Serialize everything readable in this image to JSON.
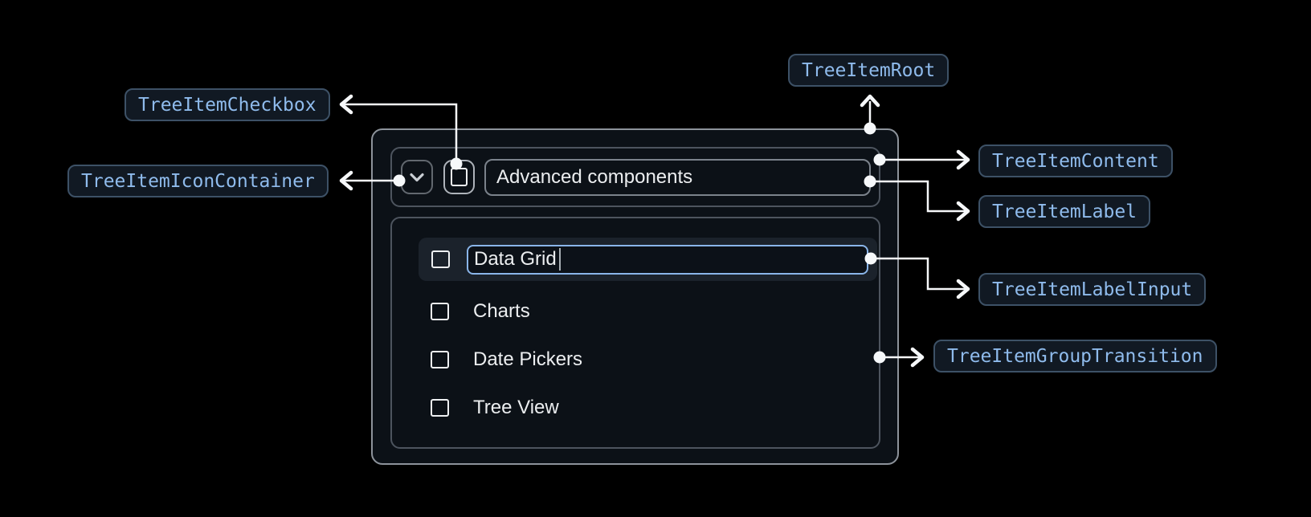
{
  "annotations": {
    "checkbox": "TreeItemCheckbox",
    "icon_container": "TreeItemIconContainer",
    "root": "TreeItemRoot",
    "content": "TreeItemContent",
    "label": "TreeItemLabel",
    "label_input": "TreeItemLabelInput",
    "group_transition": "TreeItemGroupTransition"
  },
  "tree": {
    "parent_label": "Advanced components",
    "parent_expanded": true,
    "items": [
      {
        "label": "Data Grid",
        "state": "editing",
        "checked": false
      },
      {
        "label": "Charts",
        "state": "default",
        "checked": false
      },
      {
        "label": "Date Pickers",
        "state": "default",
        "checked": false
      },
      {
        "label": "Tree View",
        "state": "default",
        "checked": false
      }
    ]
  },
  "icons": {
    "expand": "chevron-down-icon",
    "checkbox": "checkbox-unchecked-icon"
  },
  "colors": {
    "background": "#000000",
    "surface": "#0c1117",
    "badge_background": "#111923",
    "badge_border": "#3d5166",
    "badge_text": "#8fbbec",
    "accent_blue": "#8ab5e9",
    "connector": "#f6f8fa",
    "text_primary": "#eceef0",
    "row_highlight_background": "#1b222b",
    "box_border": "#4d545e",
    "root_border": "#8d939b"
  }
}
